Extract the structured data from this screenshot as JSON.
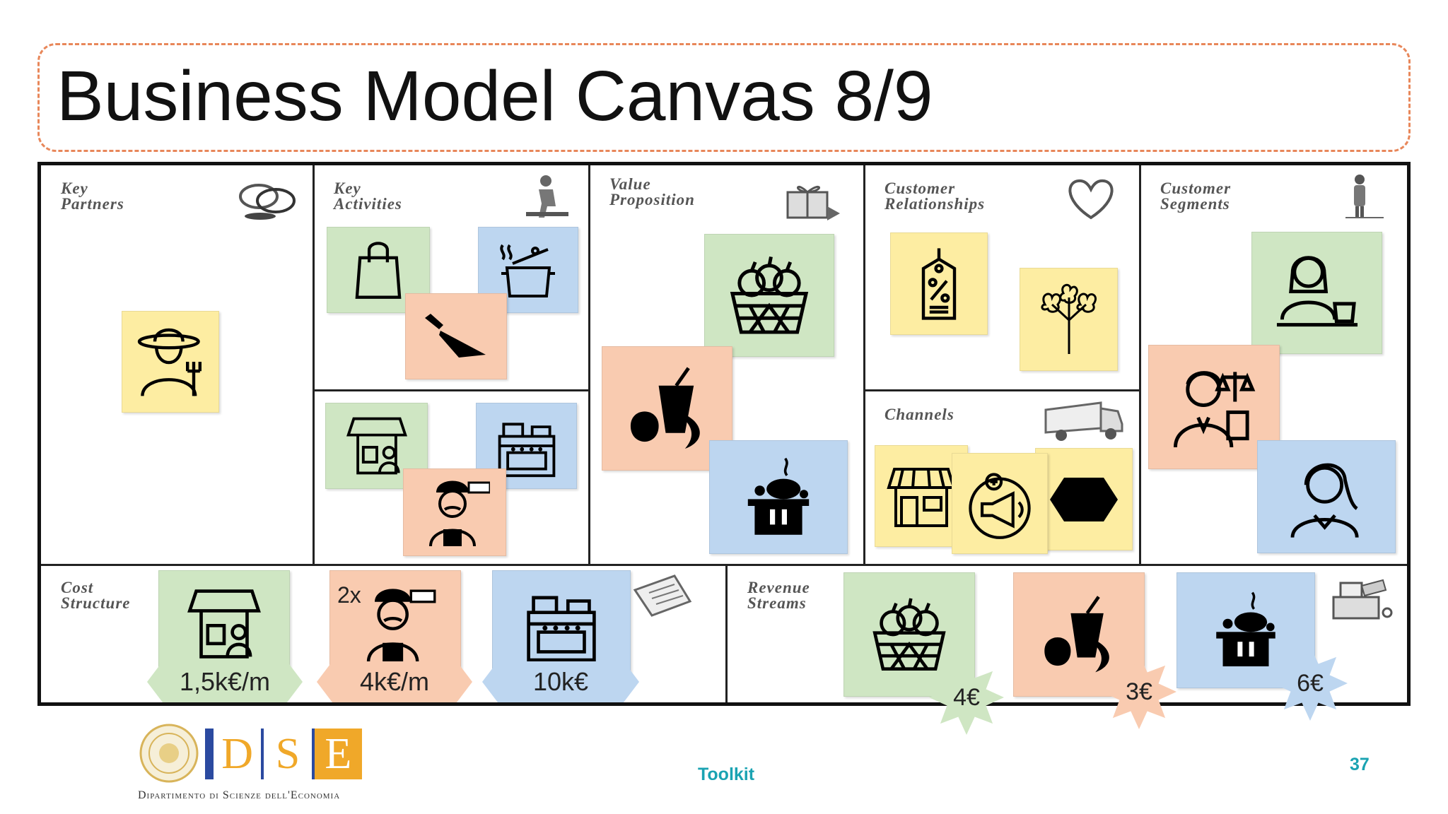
{
  "title": "Business Model Canvas 8/9",
  "sections": {
    "key_partners": "Key\nPartners",
    "key_activities": "Key\nActivities",
    "value_proposition": "Value\nProposition",
    "customer_relationships": "Customer\nRelationships",
    "customer_segments": "Customer\nSegments",
    "channels": "Channels",
    "cost_structure": "Cost\nStructure",
    "revenue_streams": "Revenue\nStreams"
  },
  "costs": {
    "shop": "1,5k€/m",
    "staff": "4k€/m",
    "equipment": "10k€",
    "staff_multiplier": "2x"
  },
  "revenues": {
    "fruit_basket": "4€",
    "smoothie": "3€",
    "hot_food": "6€"
  },
  "footer": {
    "toolkit": "Toolkit",
    "page_number": "37",
    "department": "Dipartimento di Scienze dell'Economia",
    "logo_letters": [
      "D",
      "S",
      "E"
    ]
  },
  "colors": {
    "yellow": "#fdeda2",
    "green": "#cfe6c3",
    "orange": "#f9cbb0",
    "blue": "#bdd6f0",
    "accent": "#1aa3b2"
  }
}
